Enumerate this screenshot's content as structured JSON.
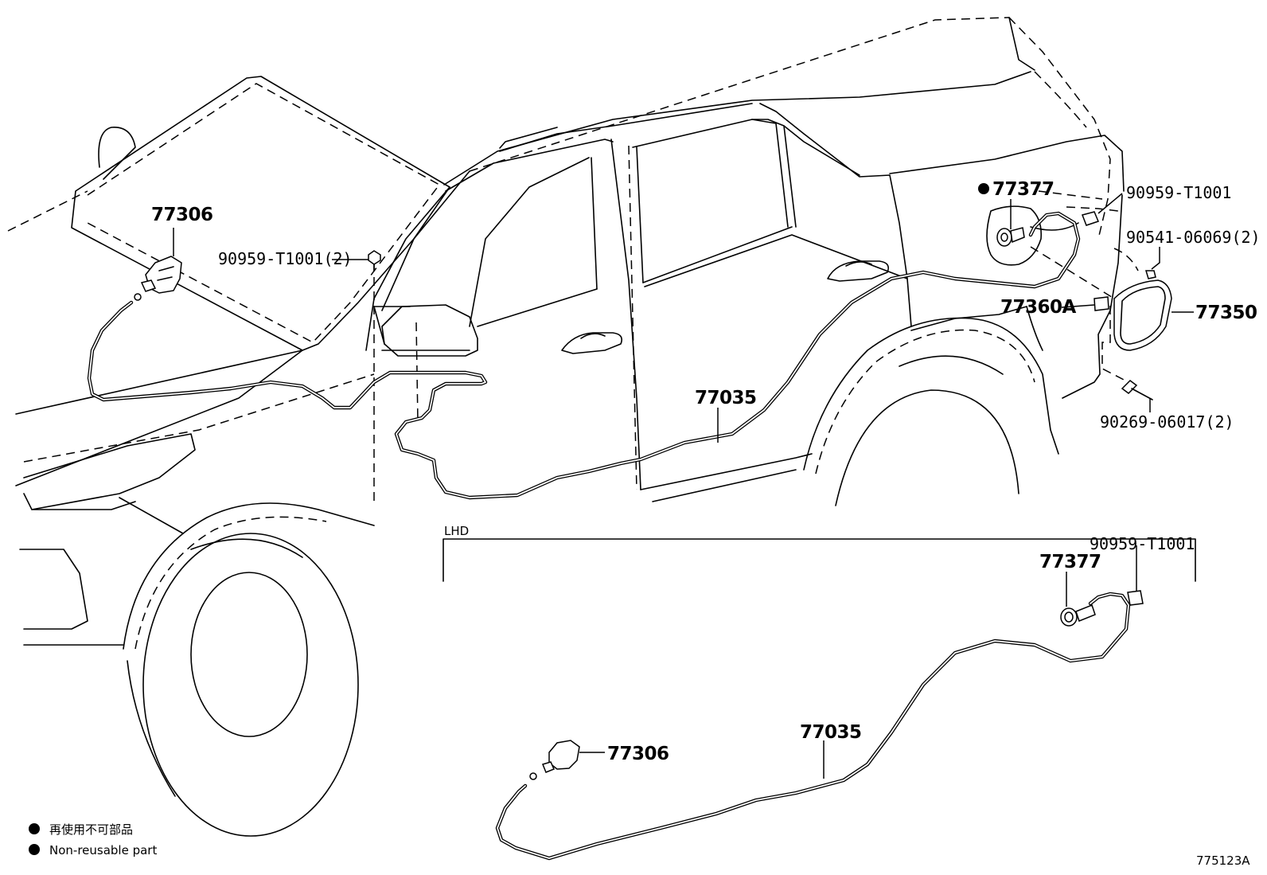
{
  "labels": {
    "p77306_main": "77306",
    "p90959_front": "90959-T1001(2)",
    "p77377_main": "77377",
    "p90959_rear": "90959-T1001",
    "p90541": "90541-06069(2)",
    "p77360a": "77360A",
    "p77350": "77350",
    "p77035_main": "77035",
    "p90269": "90269-06017(2)",
    "lhd": "LHD",
    "p90959_lhd": "90959-T1001",
    "p77377_lhd": "77377",
    "p77035_lhd": "77035",
    "p77306_lhd": "77306"
  },
  "legend": {
    "jp": "再使用不可部品",
    "en": "Non-reusable part"
  },
  "diagram_id": "775123A"
}
